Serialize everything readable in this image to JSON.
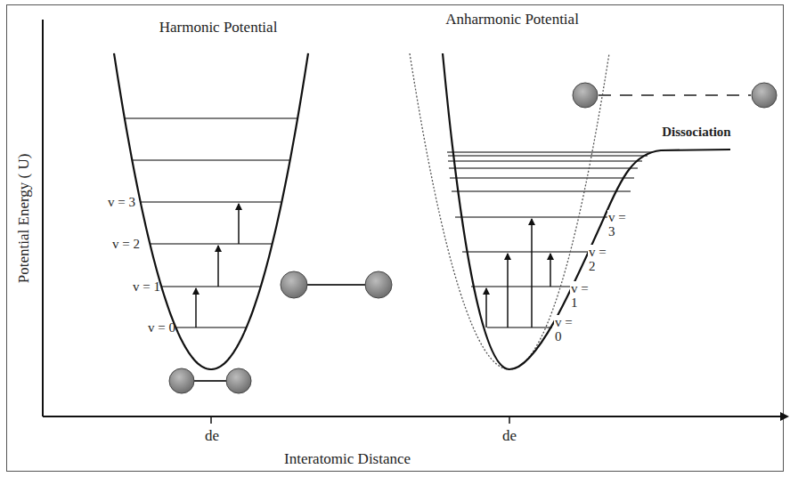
{
  "diagram": {
    "labels": [
      "Harmonic Potential",
      "Anharmonic Potential",
      "Potential Energy ( U)",
      "Interatomic Distance",
      "de",
      "de",
      "v = 3",
      "v = 2",
      "v = 1",
      "v = 0",
      "v = 3",
      "v = 2",
      "v = 1",
      "v = 0",
      "Dissociation"
    ]
  }
}
